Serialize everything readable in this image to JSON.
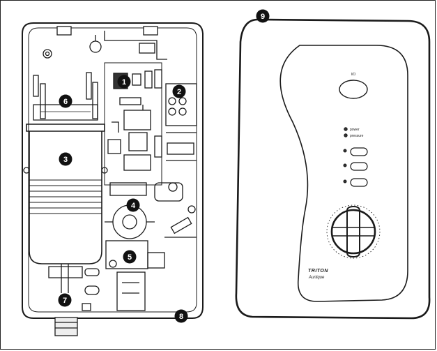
{
  "callouts": [
    {
      "id": "1",
      "label": "1"
    },
    {
      "id": "2",
      "label": "2"
    },
    {
      "id": "3",
      "label": "3"
    },
    {
      "id": "4",
      "label": "4"
    },
    {
      "id": "5",
      "label": "5"
    },
    {
      "id": "6",
      "label": "6"
    },
    {
      "id": "7",
      "label": "7"
    },
    {
      "id": "8",
      "label": "8"
    },
    {
      "id": "9",
      "label": "9"
    }
  ],
  "cover": {
    "button_label": "I/O",
    "indicators": [
      "power",
      "pressure"
    ],
    "brand": "TRITON",
    "model": "Aurtique"
  }
}
